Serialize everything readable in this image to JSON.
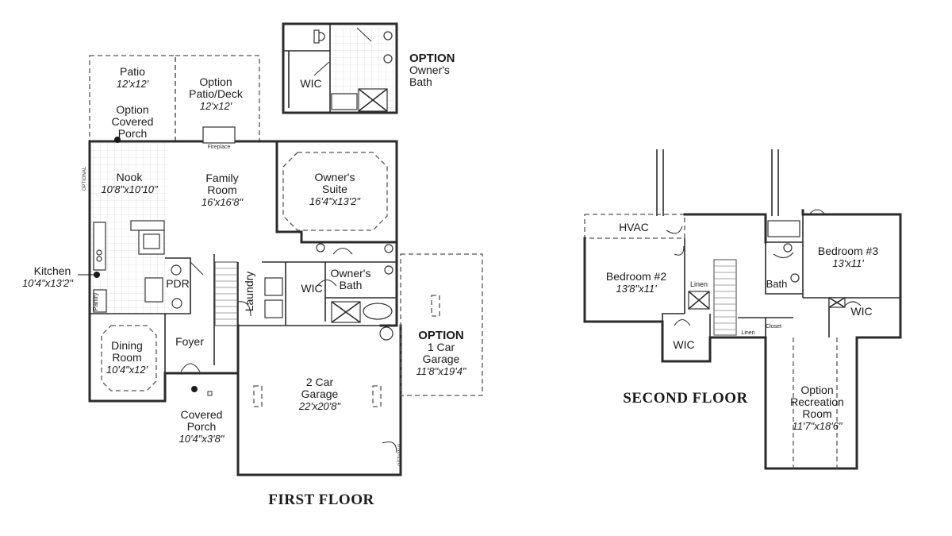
{
  "first_floor": {
    "title": "FIRST FLOOR",
    "patio": {
      "name": "Patio",
      "dim": "12'x12'"
    },
    "patio_deck": {
      "line1": "Option",
      "line2": "Patio/Deck",
      "dim": "12'x12'"
    },
    "covered_porch_option": {
      "line1": "Option",
      "line2": "Covered",
      "line3": "Porch"
    },
    "fireplace": "Fireplace",
    "nook": {
      "name": "Nook",
      "dim": "10'8\"x10'10\""
    },
    "family_room": {
      "line1": "Family",
      "line2": "Room",
      "dim": "16'x16'8\""
    },
    "owners_suite": {
      "line1": "Owner's",
      "line2": "Suite",
      "dim": "16'4\"x13'2\""
    },
    "kitchen": {
      "name": "Kitchen",
      "dim": "10'4\"x13'2\""
    },
    "pantry": "Pantry",
    "pdr": "PDR",
    "laundry": "Laundry",
    "wic": "WIC",
    "owners_bath": {
      "line1": "Owner's",
      "line2": "Bath"
    },
    "dining_room": {
      "line1": "Dining",
      "line2": "Room",
      "dim": "10'4\"x12'"
    },
    "foyer": "Foyer",
    "covered_porch": {
      "line1": "Covered",
      "line2": "Porch",
      "dim": "10'4\"x3'8\""
    },
    "garage2": {
      "line1": "2 Car",
      "line2": "Garage",
      "dim": "22'x20'8\""
    },
    "garage1_option": {
      "line1": "OPTION",
      "line2": "1 Car",
      "line3": "Garage",
      "dim": "11'8\"x19'4\""
    },
    "optional_a": "OPTIONAL",
    "optional_b": "OPTIONAL"
  },
  "owners_bath_option": {
    "title": "OPTION",
    "line1": "Owner's",
    "line2": "Bath",
    "wic": "WIC"
  },
  "second_floor": {
    "title": "SECOND FLOOR",
    "hvac": "HVAC",
    "bedroom2": {
      "name": "Bedroom #2",
      "dim": "13'8\"x11'"
    },
    "bedroom3": {
      "name": "Bedroom #3",
      "dim": "13'x11'"
    },
    "linen_a": "Linen",
    "linen_b": "Linen",
    "closet": "Closet",
    "bath": "Bath",
    "wic_a": "WIC",
    "wic_b": "WIC",
    "recreation": {
      "line1": "Option",
      "line2": "Recreation",
      "line3": "Room",
      "dim": "11'7\"x18'6\""
    }
  }
}
